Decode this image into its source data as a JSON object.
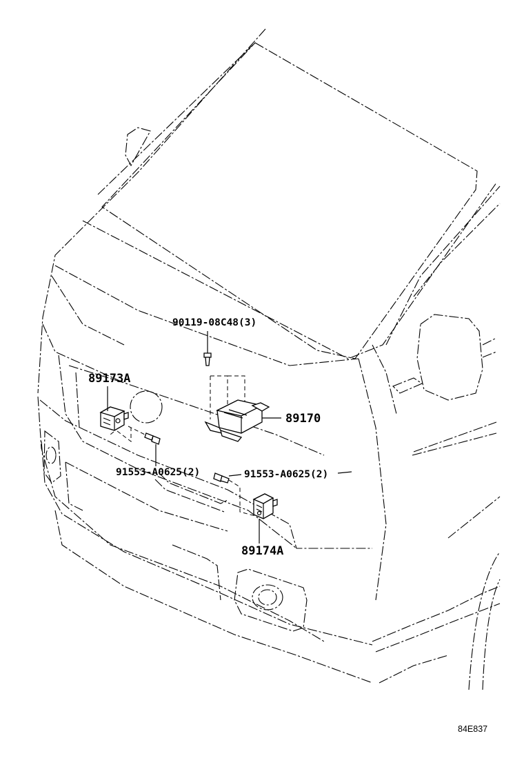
{
  "labels": {
    "bolt_top": "90119-08C48(3)",
    "sensor_left": "89173A",
    "ecu": "89170",
    "bolt_left": "91553-A0625(2)",
    "bolt_right": "91553-A0625(2)",
    "sensor_right": "89174A",
    "figure_code": "84E837"
  }
}
